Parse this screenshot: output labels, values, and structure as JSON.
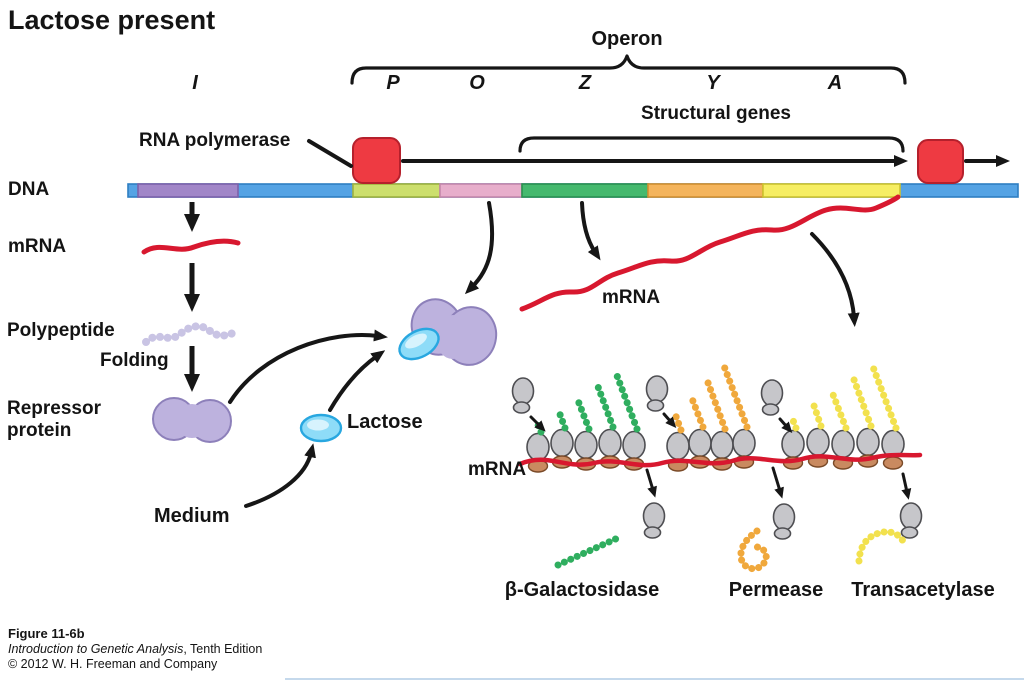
{
  "title": "Lactose present",
  "operon": {
    "label": "Operon",
    "structural_label": "Structural genes",
    "genes": [
      {
        "label": "I"
      },
      {
        "label": "P"
      },
      {
        "label": "O"
      },
      {
        "label": "Z"
      },
      {
        "label": "Y"
      },
      {
        "label": "A"
      }
    ]
  },
  "labels": {
    "rna_polymerase": "RNA polymerase",
    "dna": "DNA",
    "mrna": "mRNA",
    "polypeptide": "Polypeptide",
    "folding": "Folding",
    "repressor_line1": "Repressor",
    "repressor_line2": "protein",
    "lactose": "Lactose",
    "medium": "Medium",
    "mrna_transcript": "mRNA",
    "mrna_polysome": "mRNA"
  },
  "products": [
    {
      "name": "β-Galactosidase",
      "color": "#2fae5f"
    },
    {
      "name": "Permease",
      "color": "#f0a83c"
    },
    {
      "name": "Transacetylase",
      "color": "#f2e14e"
    }
  ],
  "caption": {
    "figure": "Figure 11-6b",
    "book_title": "Introduction to Genetic Analysis",
    "book_rest": ", Tenth Edition",
    "copyright": "© 2012 W. H. Freeman and Company"
  },
  "colors": {
    "polymerase_red": "#ee3a42",
    "mrna_red": "#d8182f",
    "dna_blue": "#55a3e4",
    "gene_i_purple": "#a186c8",
    "promoter_chartreuse": "#ccdf6d",
    "operator_pink": "#e7aecb",
    "gene_z_green": "#45b96e",
    "gene_y_orange": "#f4b45c",
    "gene_a_yellow": "#f6ee63",
    "repressor_purple": "#bdb2de",
    "lactose_cyan": "#8edcf8",
    "ribosome_gray": "#c6c6ca",
    "ribosome_tan": "#c98a60",
    "polypeptide_lavender": "#c9c4e4"
  }
}
